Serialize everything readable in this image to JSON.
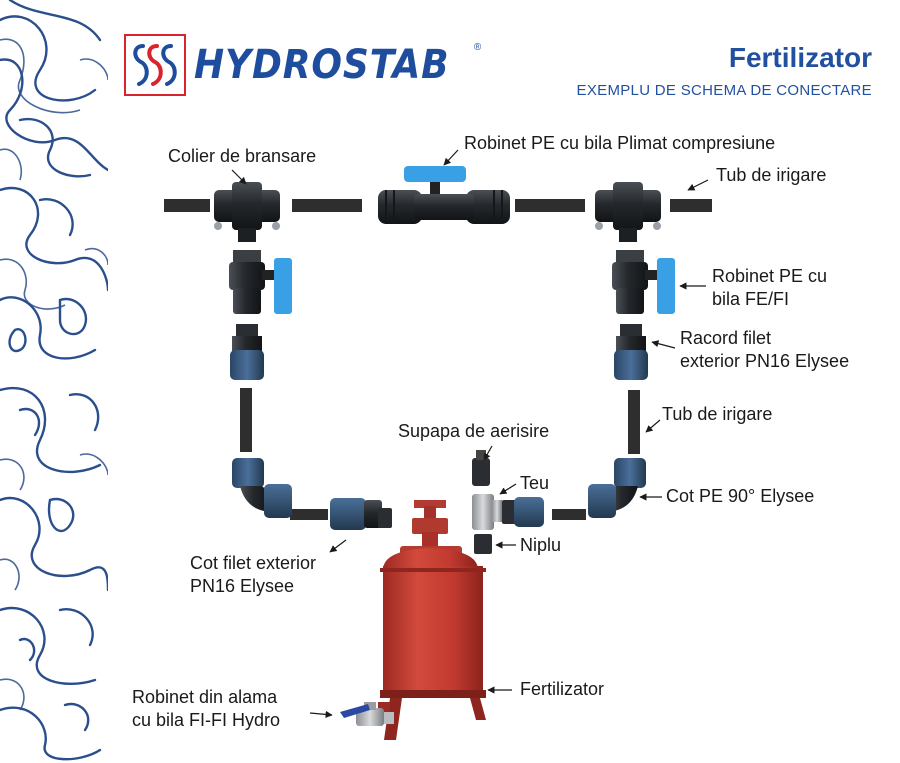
{
  "brand": {
    "name": "HYDROSTAB",
    "registered": "®"
  },
  "header": {
    "title": "Fertilizator",
    "subtitle": "EXEMPLU DE SCHEMA DE CONECTARE"
  },
  "labels": {
    "colier": "Colier de bransare",
    "robinet_plimat": "Robinet PE cu bila Plimat compresiune",
    "tub_top": "Tub de irigare",
    "robinet_fe_1": "Robinet PE cu",
    "robinet_fe_2": "bila FE/FI",
    "racord_1": "Racord filet",
    "racord_2": "exterior PN16 Elysee",
    "tub_right": "Tub de irigare",
    "supapa": "Supapa de aerisire",
    "teu": "Teu",
    "cot_pe": "Cot PE 90° Elysee",
    "niplu": "Niplu",
    "cot_filet_1": "Cot filet exterior",
    "cot_filet_2": "PN16 Elysee",
    "fertilizator": "Fertilizator",
    "robinet_alama_1": "Robinet din alama",
    "robinet_alama_2": "cu bila FI-FI Hydro"
  },
  "colors": {
    "brand_blue": "#2250a0",
    "brand_red": "#d9232d",
    "pipe": "#2e2e2e",
    "fitting_black": "#262a2e",
    "fitting_blue": "#3d5f86",
    "handle_blue": "#3aa0e6",
    "tank_red": "#c0392f",
    "pattern_blue": "#2b4f8c"
  }
}
